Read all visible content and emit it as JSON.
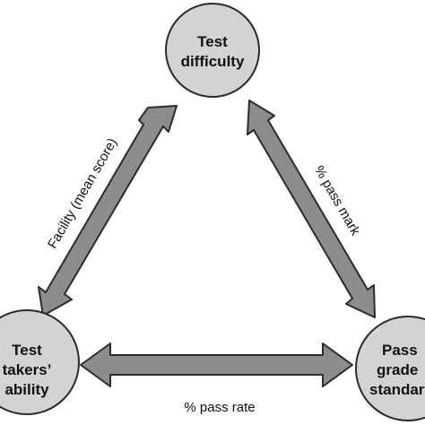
{
  "diagram": {
    "nodes": [
      {
        "id": "test-difficulty",
        "lines": [
          "Test",
          "difficulty"
        ]
      },
      {
        "id": "test-takers-ability",
        "lines": [
          "Test",
          "takers’",
          "ability"
        ]
      },
      {
        "id": "pass-grade-standard",
        "lines": [
          "Pass",
          "grade",
          "standard"
        ]
      }
    ],
    "edges": [
      {
        "id": "facility",
        "from": "test-takers-ability",
        "to": "test-difficulty",
        "bidirectional": true,
        "label": "Facility (mean score)"
      },
      {
        "id": "pass-mark",
        "from": "test-difficulty",
        "to": "pass-grade-standard",
        "bidirectional": true,
        "label": "% pass mark"
      },
      {
        "id": "pass-rate",
        "from": "test-takers-ability",
        "to": "pass-grade-standard",
        "bidirectional": true,
        "label": "% pass rate"
      }
    ],
    "colors": {
      "node_fill": "#d3d3d3",
      "node_stroke": "#2b2b2b",
      "arrow_fill": "#8c8c8c",
      "arrow_stroke": "#2b2b2b"
    }
  }
}
